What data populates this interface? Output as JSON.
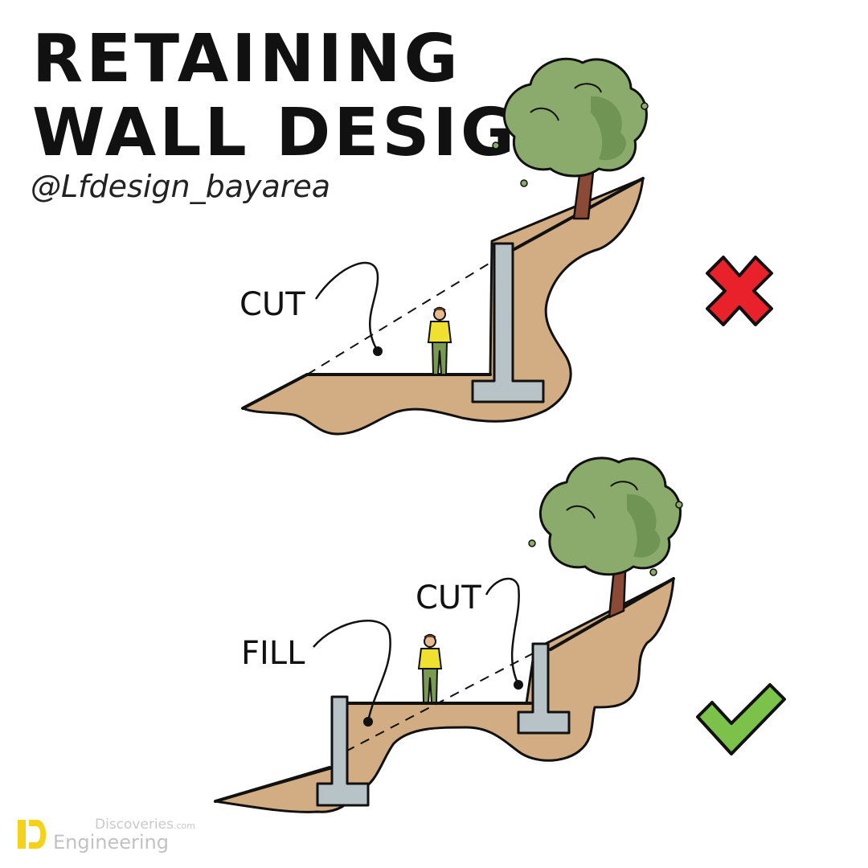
{
  "title": {
    "line1": "RETAINING",
    "line2": "WALL DESIGN"
  },
  "handle": "@Lfdesign_bayarea",
  "scene_bad": {
    "label_cut": "CUT",
    "verdict_icon": "red-x-icon"
  },
  "scene_good": {
    "label_cut": "CUT",
    "label_fill": "FILL",
    "verdict_icon": "green-check-icon"
  },
  "watermark": {
    "top": "Discoveries",
    "suffix": ".com",
    "main": "Engineering"
  },
  "colors": {
    "soil": "#d2ad83",
    "wall": "#b8c3c8",
    "foliage": "#8aab6b",
    "foliage_dark": "#6f9454",
    "trunk": "#8a4a35",
    "shirt": "#f0e030",
    "pants": "#7a9a50",
    "cross": "#e8212a",
    "check": "#7cc24a",
    "brand_yellow": "#f5d21a"
  }
}
